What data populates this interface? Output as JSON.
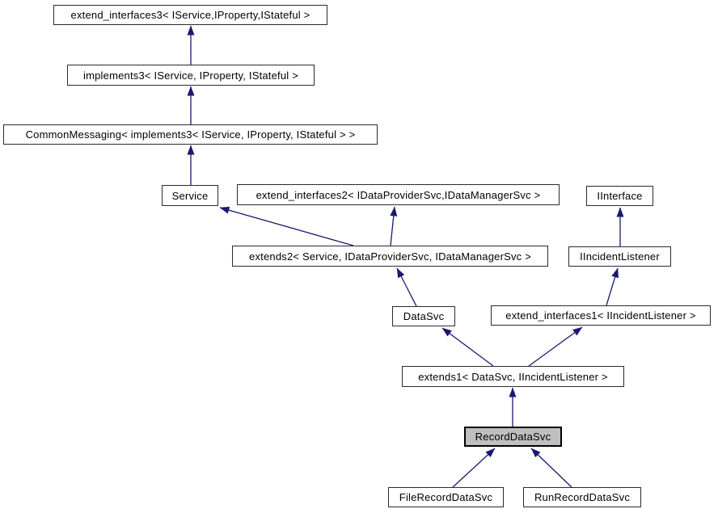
{
  "diagram": {
    "type": "class-inheritance-graph",
    "edge_color": "#191970",
    "node_border_color": "#2b2b2b",
    "selected_node_fill": "#bfbfbf",
    "selected_node": "RecordDataSvc",
    "nodes": [
      {
        "id": "extend_interfaces3",
        "label": "extend_interfaces3< IService,IProperty,IStateful >",
        "selected": false
      },
      {
        "id": "implements3",
        "label": "implements3< IService, IProperty, IStateful >",
        "selected": false
      },
      {
        "id": "CommonMessaging",
        "label": "CommonMessaging< implements3< IService, IProperty, IStateful > >",
        "selected": false
      },
      {
        "id": "Service",
        "label": "Service",
        "selected": false
      },
      {
        "id": "extend_interfaces2",
        "label": "extend_interfaces2< IDataProviderSvc,IDataManagerSvc >",
        "selected": false
      },
      {
        "id": "IInterface",
        "label": "IInterface",
        "selected": false
      },
      {
        "id": "extends2",
        "label": "extends2< Service, IDataProviderSvc, IDataManagerSvc >",
        "selected": false
      },
      {
        "id": "IIncidentListener",
        "label": "IIncidentListener",
        "selected": false
      },
      {
        "id": "DataSvc",
        "label": "DataSvc",
        "selected": false
      },
      {
        "id": "extend_interfaces1",
        "label": "extend_interfaces1< IIncidentListener >",
        "selected": false
      },
      {
        "id": "extends1",
        "label": "extends1< DataSvc, IIncidentListener >",
        "selected": false
      },
      {
        "id": "RecordDataSvc",
        "label": "RecordDataSvc",
        "selected": true
      },
      {
        "id": "FileRecordDataSvc",
        "label": "FileRecordDataSvc",
        "selected": false
      },
      {
        "id": "RunRecordDataSvc",
        "label": "RunRecordDataSvc",
        "selected": false
      }
    ],
    "edges": [
      {
        "from": "implements3",
        "to": "extend_interfaces3"
      },
      {
        "from": "CommonMessaging",
        "to": "implements3"
      },
      {
        "from": "Service",
        "to": "CommonMessaging"
      },
      {
        "from": "extends2",
        "to": "Service"
      },
      {
        "from": "extends2",
        "to": "extend_interfaces2"
      },
      {
        "from": "DataSvc",
        "to": "extends2"
      },
      {
        "from": "IIncidentListener",
        "to": "IInterface"
      },
      {
        "from": "extend_interfaces1",
        "to": "IIncidentListener"
      },
      {
        "from": "extends1",
        "to": "DataSvc"
      },
      {
        "from": "extends1",
        "to": "extend_interfaces1"
      },
      {
        "from": "RecordDataSvc",
        "to": "extends1"
      },
      {
        "from": "FileRecordDataSvc",
        "to": "RecordDataSvc"
      },
      {
        "from": "RunRecordDataSvc",
        "to": "RecordDataSvc"
      }
    ]
  }
}
